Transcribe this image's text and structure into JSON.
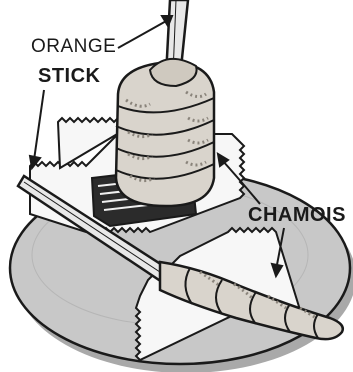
{
  "diagram": {
    "labels": {
      "orange": "ORANGE",
      "stick": "STICK",
      "chamois": "CHAMOIS"
    },
    "colors": {
      "ink": "#1a1a1a",
      "paper": "#ffffff",
      "plate": "#c8c8c8",
      "plate_shadow": "#a9a9a9",
      "chamois": "#f7f7f7",
      "wrap_tone": "#d9d4cc"
    },
    "parts": [
      "orange-stick",
      "chamois-wrapped-stick",
      "chamois-pad",
      "oval-plate"
    ]
  }
}
